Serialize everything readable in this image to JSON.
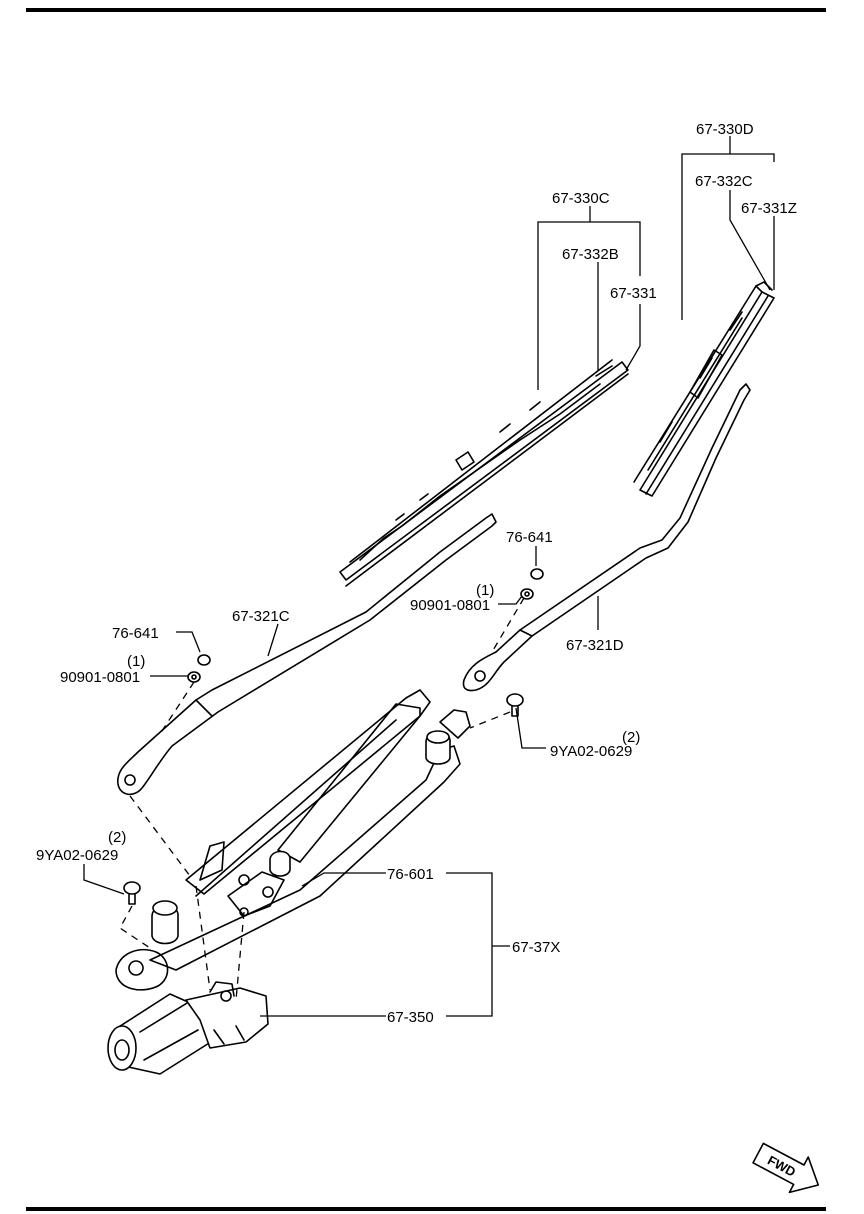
{
  "callouts": {
    "blade_assy_right": "67-330D",
    "blade_rubber_right": "67-332C",
    "blade_sub_right": "67-331Z",
    "blade_assy_left": "67-330C",
    "blade_rubber_left": "67-332B",
    "blade_sub_left": "67-331",
    "cap_left": "76-641",
    "cap_right": "76-641",
    "nut_left": "90901-0801",
    "nut_left_qty": "(1)",
    "nut_right": "90901-0801",
    "nut_right_qty": "(1)",
    "arm_left": "67-321C",
    "arm_right": "67-321D",
    "bolt_right": "9YA02-0629",
    "bolt_right_qty": "(2)",
    "bolt_left": "9YA02-0629",
    "bolt_left_qty": "(2)",
    "linkage": "76-601",
    "wiper_assy": "67-37X",
    "motor": "67-350"
  },
  "fwd_label": "FWD"
}
